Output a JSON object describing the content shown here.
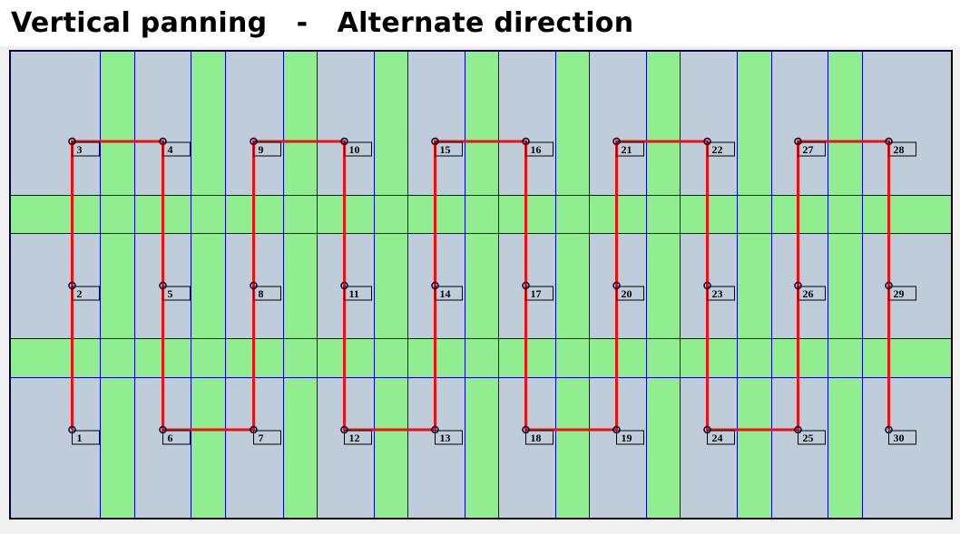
{
  "title": "Vertical panning   -   Alternate direction",
  "colors": {
    "cell": "#bfccda",
    "strip": "#90ee90",
    "grid": "#0000cc",
    "path": "#ee1111",
    "frame": "#000044"
  },
  "grid": {
    "columns": 10,
    "rows": 3
  },
  "points": [
    {
      "label": "1",
      "col": 0,
      "row": 2
    },
    {
      "label": "2",
      "col": 0,
      "row": 1
    },
    {
      "label": "3",
      "col": 0,
      "row": 0
    },
    {
      "label": "4",
      "col": 1,
      "row": 0
    },
    {
      "label": "5",
      "col": 1,
      "row": 1
    },
    {
      "label": "6",
      "col": 1,
      "row": 2
    },
    {
      "label": "7",
      "col": 2,
      "row": 2
    },
    {
      "label": "8",
      "col": 2,
      "row": 1
    },
    {
      "label": "9",
      "col": 2,
      "row": 0
    },
    {
      "label": "10",
      "col": 3,
      "row": 0
    },
    {
      "label": "11",
      "col": 3,
      "row": 1
    },
    {
      "label": "12",
      "col": 3,
      "row": 2
    },
    {
      "label": "13",
      "col": 4,
      "row": 2
    },
    {
      "label": "14",
      "col": 4,
      "row": 1
    },
    {
      "label": "15",
      "col": 4,
      "row": 0
    },
    {
      "label": "16",
      "col": 5,
      "row": 0
    },
    {
      "label": "17",
      "col": 5,
      "row": 1
    },
    {
      "label": "18",
      "col": 5,
      "row": 2
    },
    {
      "label": "19",
      "col": 6,
      "row": 2
    },
    {
      "label": "20",
      "col": 6,
      "row": 1
    },
    {
      "label": "21",
      "col": 6,
      "row": 0
    },
    {
      "label": "22",
      "col": 7,
      "row": 0
    },
    {
      "label": "23",
      "col": 7,
      "row": 1
    },
    {
      "label": "24",
      "col": 7,
      "row": 2
    },
    {
      "label": "25",
      "col": 8,
      "row": 2
    },
    {
      "label": "26",
      "col": 8,
      "row": 1
    },
    {
      "label": "27",
      "col": 8,
      "row": 0
    },
    {
      "label": "28",
      "col": 9,
      "row": 0
    },
    {
      "label": "29",
      "col": 9,
      "row": 1
    },
    {
      "label": "30",
      "col": 9,
      "row": 2
    }
  ]
}
